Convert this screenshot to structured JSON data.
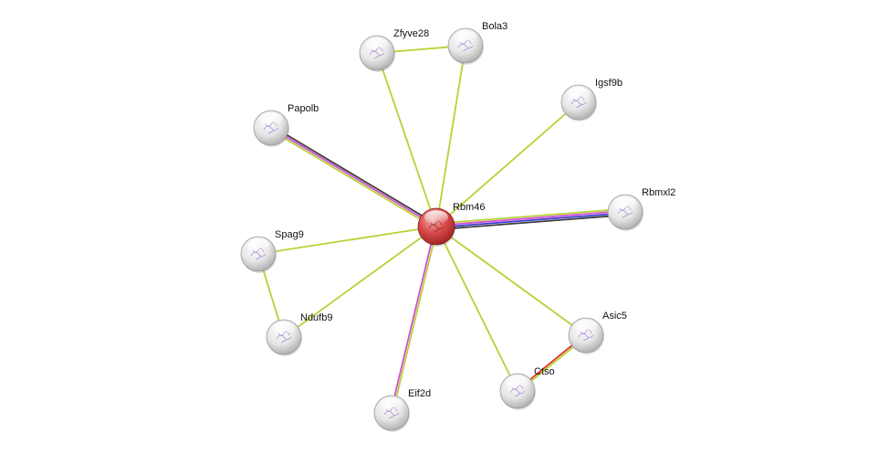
{
  "network": {
    "center": "Rbm46",
    "nodes": [
      {
        "id": "Rbm46",
        "label": "Rbm46",
        "query": true
      },
      {
        "id": "Zfyve28",
        "label": "Zfyve28"
      },
      {
        "id": "Bola3",
        "label": "Bola3"
      },
      {
        "id": "Igsf9b",
        "label": "Igsf9b"
      },
      {
        "id": "Papolb",
        "label": "Papolb"
      },
      {
        "id": "Rbmxl2",
        "label": "Rbmxl2"
      },
      {
        "id": "Spag9",
        "label": "Spag9"
      },
      {
        "id": "Ndufb9",
        "label": "Ndufb9"
      },
      {
        "id": "Asic5",
        "label": "Asic5"
      },
      {
        "id": "Ctso",
        "label": "Ctso"
      },
      {
        "id": "Eif2d",
        "label": "Eif2d"
      }
    ],
    "edges": [
      {
        "source": "Rbm46",
        "target": "Zfyve28",
        "colors": [
          "#b5d334"
        ]
      },
      {
        "source": "Rbm46",
        "target": "Bola3",
        "colors": [
          "#b5d334"
        ]
      },
      {
        "source": "Rbm46",
        "target": "Igsf9b",
        "colors": [
          "#b5d334"
        ]
      },
      {
        "source": "Rbm46",
        "target": "Papolb",
        "colors": [
          "#b5d334",
          "#d24fd2",
          "#3d3d3d"
        ]
      },
      {
        "source": "Rbm46",
        "target": "Rbmxl2",
        "colors": [
          "#b5d334",
          "#d24fd2",
          "#3a3ad0",
          "#3d3d3d"
        ]
      },
      {
        "source": "Rbm46",
        "target": "Spag9",
        "colors": [
          "#b5d334"
        ]
      },
      {
        "source": "Rbm46",
        "target": "Ndufb9",
        "colors": [
          "#b5d334"
        ]
      },
      {
        "source": "Rbm46",
        "target": "Asic5",
        "colors": [
          "#b5d334"
        ]
      },
      {
        "source": "Rbm46",
        "target": "Ctso",
        "colors": [
          "#b5d334"
        ]
      },
      {
        "source": "Rbm46",
        "target": "Eif2d",
        "colors": [
          "#b5d334",
          "#d24fd2"
        ]
      },
      {
        "source": "Zfyve28",
        "target": "Bola3",
        "colors": [
          "#b5d334"
        ]
      },
      {
        "source": "Spag9",
        "target": "Ndufb9",
        "colors": [
          "#b5d334"
        ]
      },
      {
        "source": "Asic5",
        "target": "Ctso",
        "colors": [
          "#b5d334",
          "#e3312d"
        ]
      }
    ],
    "colors": {
      "query_node": "#d23b3b",
      "neighbor_node": "#d9d9d9",
      "textmining": "#b5d334",
      "experiments": "#d24fd2",
      "database": "#3a3ad0",
      "coexpression": "#3d3d3d",
      "fusion": "#e3312d"
    }
  }
}
